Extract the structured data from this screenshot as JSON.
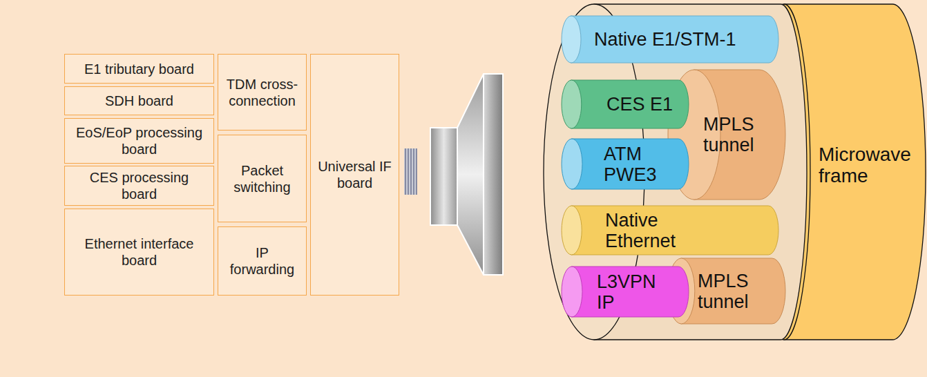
{
  "diagram": {
    "nodes": [
      {
        "text": [
          "E1 tributary board"
        ]
      },
      {
        "text": [
          "SDH board"
        ]
      },
      {
        "text": [
          "EoS/EoP processing board"
        ]
      },
      {
        "text": [
          "CES processing board"
        ]
      },
      {
        "text": [
          "Ethernet interface board"
        ]
      },
      {
        "text": [
          "TDM cross-connection"
        ]
      },
      {
        "text": [
          "Packet switching"
        ]
      },
      {
        "text": [
          "IP forwarding"
        ]
      },
      {
        "text": [
          "Universal IF board"
        ]
      },
      {
        "text": [
          "Microwave frame"
        ]
      },
      {
        "text": [
          "Native E1/STM-1"
        ],
        "in": 9
      },
      {
        "text": [
          "MPLS tunnel"
        ],
        "in": 9
      },
      {
        "text": [
          "CES E1"
        ],
        "in": 9
      },
      {
        "text": [
          "ATM PWE3"
        ],
        "in": 9
      },
      {
        "text": [
          "Native Ethernet"
        ],
        "in": 9
      },
      {
        "text": [
          "MPLS tunnel"
        ],
        "in": 9
      },
      {
        "text": [
          "L3VPN IP"
        ],
        "in": 9
      }
    ]
  }
}
